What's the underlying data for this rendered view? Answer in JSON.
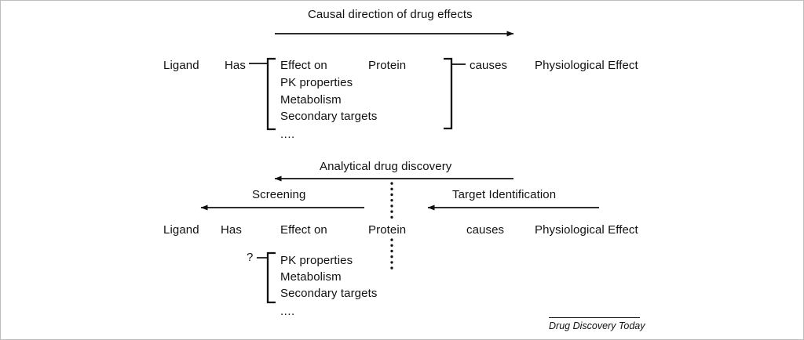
{
  "figure": {
    "background_color": "#ffffff",
    "border_color": "#bdbdbd",
    "stroke_color": "#111111"
  },
  "top_section": {
    "caption": "Causal direction of drug effects",
    "arrow": {
      "direction": "right",
      "label": "causal-direction-arrow"
    },
    "row": {
      "ligand": "Ligand",
      "has": "Has",
      "protein": "Protein",
      "causes": "causes",
      "physiological_effect": "Physiological Effect"
    },
    "bracket_items": [
      "Effect on",
      "PK properties",
      "Metabolism",
      "Secondary targets",
      "...."
    ]
  },
  "middle_section": {
    "analytical_caption": "Analytical drug discovery",
    "screening_caption": "Screening",
    "target_identification_caption": "Target Identification",
    "divider": "dotted-vertical-divider"
  },
  "bottom_section": {
    "row": {
      "ligand": "Ligand",
      "has": "Has",
      "effect_on": "Effect on",
      "protein": "Protein",
      "causes": "causes",
      "physiological_effect": "Physiological Effect"
    },
    "question_mark": "?",
    "bracket_items": [
      "PK properties",
      "Metabolism",
      "Secondary targets",
      "...."
    ]
  },
  "footer": {
    "source": "Drug Discovery Today"
  }
}
